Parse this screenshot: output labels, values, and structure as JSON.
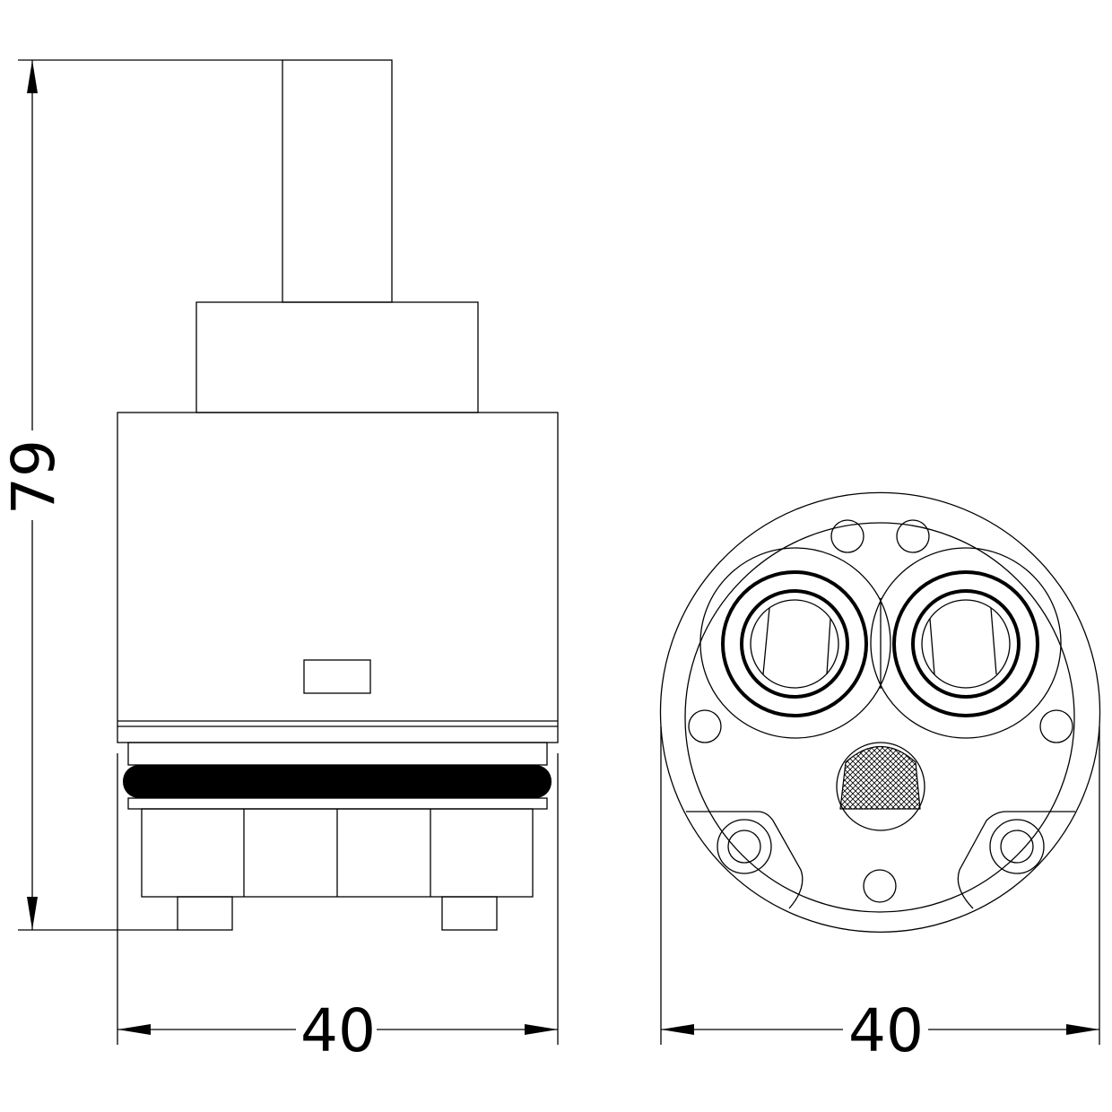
{
  "dimensions": {
    "height_label": "79",
    "side_width_label": "40",
    "bottom_width_label": "40"
  },
  "colors": {
    "line": "#000000",
    "background": "#ffffff"
  }
}
